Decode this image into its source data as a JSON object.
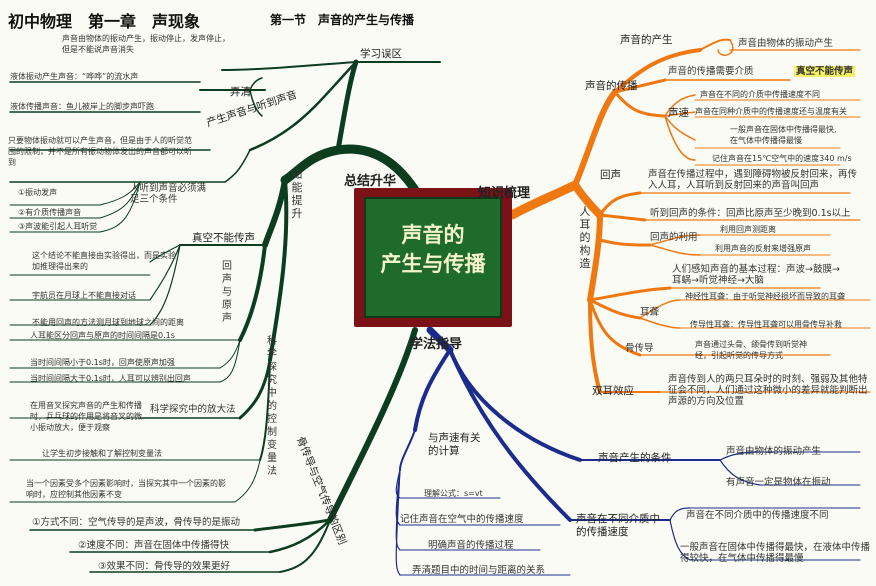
{
  "header": {
    "title": "初中物理　第一章　声现象",
    "section": "第一节　声音的产生与传播"
  },
  "center": {
    "line1": "声音的",
    "line2": "产生与传播"
  },
  "branches": {
    "summary": "总结升华",
    "knowledge": "知识梳理",
    "method": "学法指导"
  },
  "summary": {
    "mistakes": {
      "label": "学习误区",
      "item1": "声音由物体的振动产生，振动停止，发声停止，但是不能说声音消失",
      "clarify_label": "弄清",
      "clarify1": "液体振动产生声音：“哗哗”的流水声",
      "clarify2": "液体传播声音：鱼儿被岸上的脚步声吓跑",
      "hear_label": "产生声音与听到声音",
      "hear_text": "只要物体振动就可以产生声音，但是由于人的听觉范围的限制，并不是所有振动物体发出的声音都可以听到",
      "cond_label": "人听到声音必须满足三个条件",
      "cond1": "①振动发声",
      "cond2": "②有介质传播声音",
      "cond3": "③声波能引起人耳听觉"
    },
    "ability": {
      "label": "知能提升",
      "vacuum_label": "真空不能传声",
      "vacuum1": "这个结论不能直接由实验得出，而是实验加推理得出来的",
      "vacuum2": "宇航员在月球上不能直接对话",
      "vacuum3": "不能用回声的方法测月球到地球之间的距离",
      "echo_label": "回声与原声",
      "echo1": "人耳能区分回声与原声的时间间隔是0.1s",
      "echo2": "当时间间隔小于0.1s时，回声使原声加强",
      "echo3": "当时间间隔大于0.1s时，人耳可以辨别出回声",
      "control_label": "科学探究中的控制变量法",
      "amplify_label": "科学探究中的放大法",
      "amplify_text": "在用音叉探究声音的产生和传播时，乒乓球的作用是将音叉的微小振动放大，便于观察",
      "control1": "让学生初步接触和了解控制变量法",
      "control2": "当一个因素受多个因素影响时，当探究其中一个因素的影响时，应控制其他因素不变",
      "bone_label": "骨传导与空气传导的区别",
      "bone1": "①方式不同：空气传导的是声波，骨传导的是振动",
      "bone2": "②速度不同：声音在固体中传播得快",
      "bone3": "③效果不同：骨传导的效果更好"
    }
  },
  "knowledge": {
    "origin_label": "声音的产生",
    "origin_text": "声音由物体的振动产生",
    "spread_label": "声音的传播",
    "medium_label": "声音的传播需要介质",
    "vacuum_hl": "真空不能传声",
    "speed_label": "声速",
    "speed1": "声音在不同的介质中传播速度不同",
    "speed2": "声音在同种介质中的传播速度还与温度有关",
    "speed3": "一般声音在固体中传播得最快,在气体中传播得最慢",
    "speed4": "记住声音在15℃空气中的速度340 m/s",
    "echo_label": "回声",
    "echo_text": "声音在传播过程中，遇到障碍物被反射回来，再传入人耳，人耳听到反射回来的声音叫回声",
    "echo_cond": "听到回声的条件：回声比原声至少晚到0.1s以上",
    "use_label": "回声的利用",
    "use1": "利用回声测距离",
    "use2": "利用声音的反射来增强原声",
    "ear_label": "人耳的构造",
    "ear_text": "人们感知声音的基本过程：声波→鼓膜→耳蜗→听觉神经→大脑",
    "deaf_label": "耳聋",
    "deaf1": "神经性耳聋：由于听觉神经损坏而导致的耳聋",
    "deaf2": "传导性耳聋：传导性耳聋可以用骨传导补救",
    "bone_label": "骨传导",
    "bone_text": "声音通过头骨、颌骨传到听觉神经，引起听觉的传导方式",
    "binaural_label": "双耳效应",
    "binaural_text": "声音传到人的两只耳朵时的时刻、强弱及其他特征会不同，人们通过这种微小的差异就能判断出声源的方向及位置"
  },
  "method": {
    "calc_label": "与声速有关的计算",
    "formula": "理解公式：s=vt",
    "calc1": "记住声音在空气中的传播速度",
    "calc2": "明确声音的传播过程",
    "calc3": "弄清题目中的时间与距离的关系",
    "cond_label": "声音产生的条件",
    "cond1": "声音由物体的振动产生",
    "cond2": "有声音一定是物体在振动",
    "diff_label": "声音在不同介质中的传播速度",
    "diff1": "声音在不同介质中的传播速度不同",
    "diff2": "一般声音在固体中传播得最快，在液体中传播得较快，在气体中传播得最慢"
  },
  "colors": {
    "summary_branch": "#0b3d1e",
    "knowledge_branch": "#f07810",
    "method_branch": "#1c2c8c",
    "highlight": "#f5f064",
    "center_border": "#7a1218",
    "center_fill": "#1f6b2c"
  }
}
